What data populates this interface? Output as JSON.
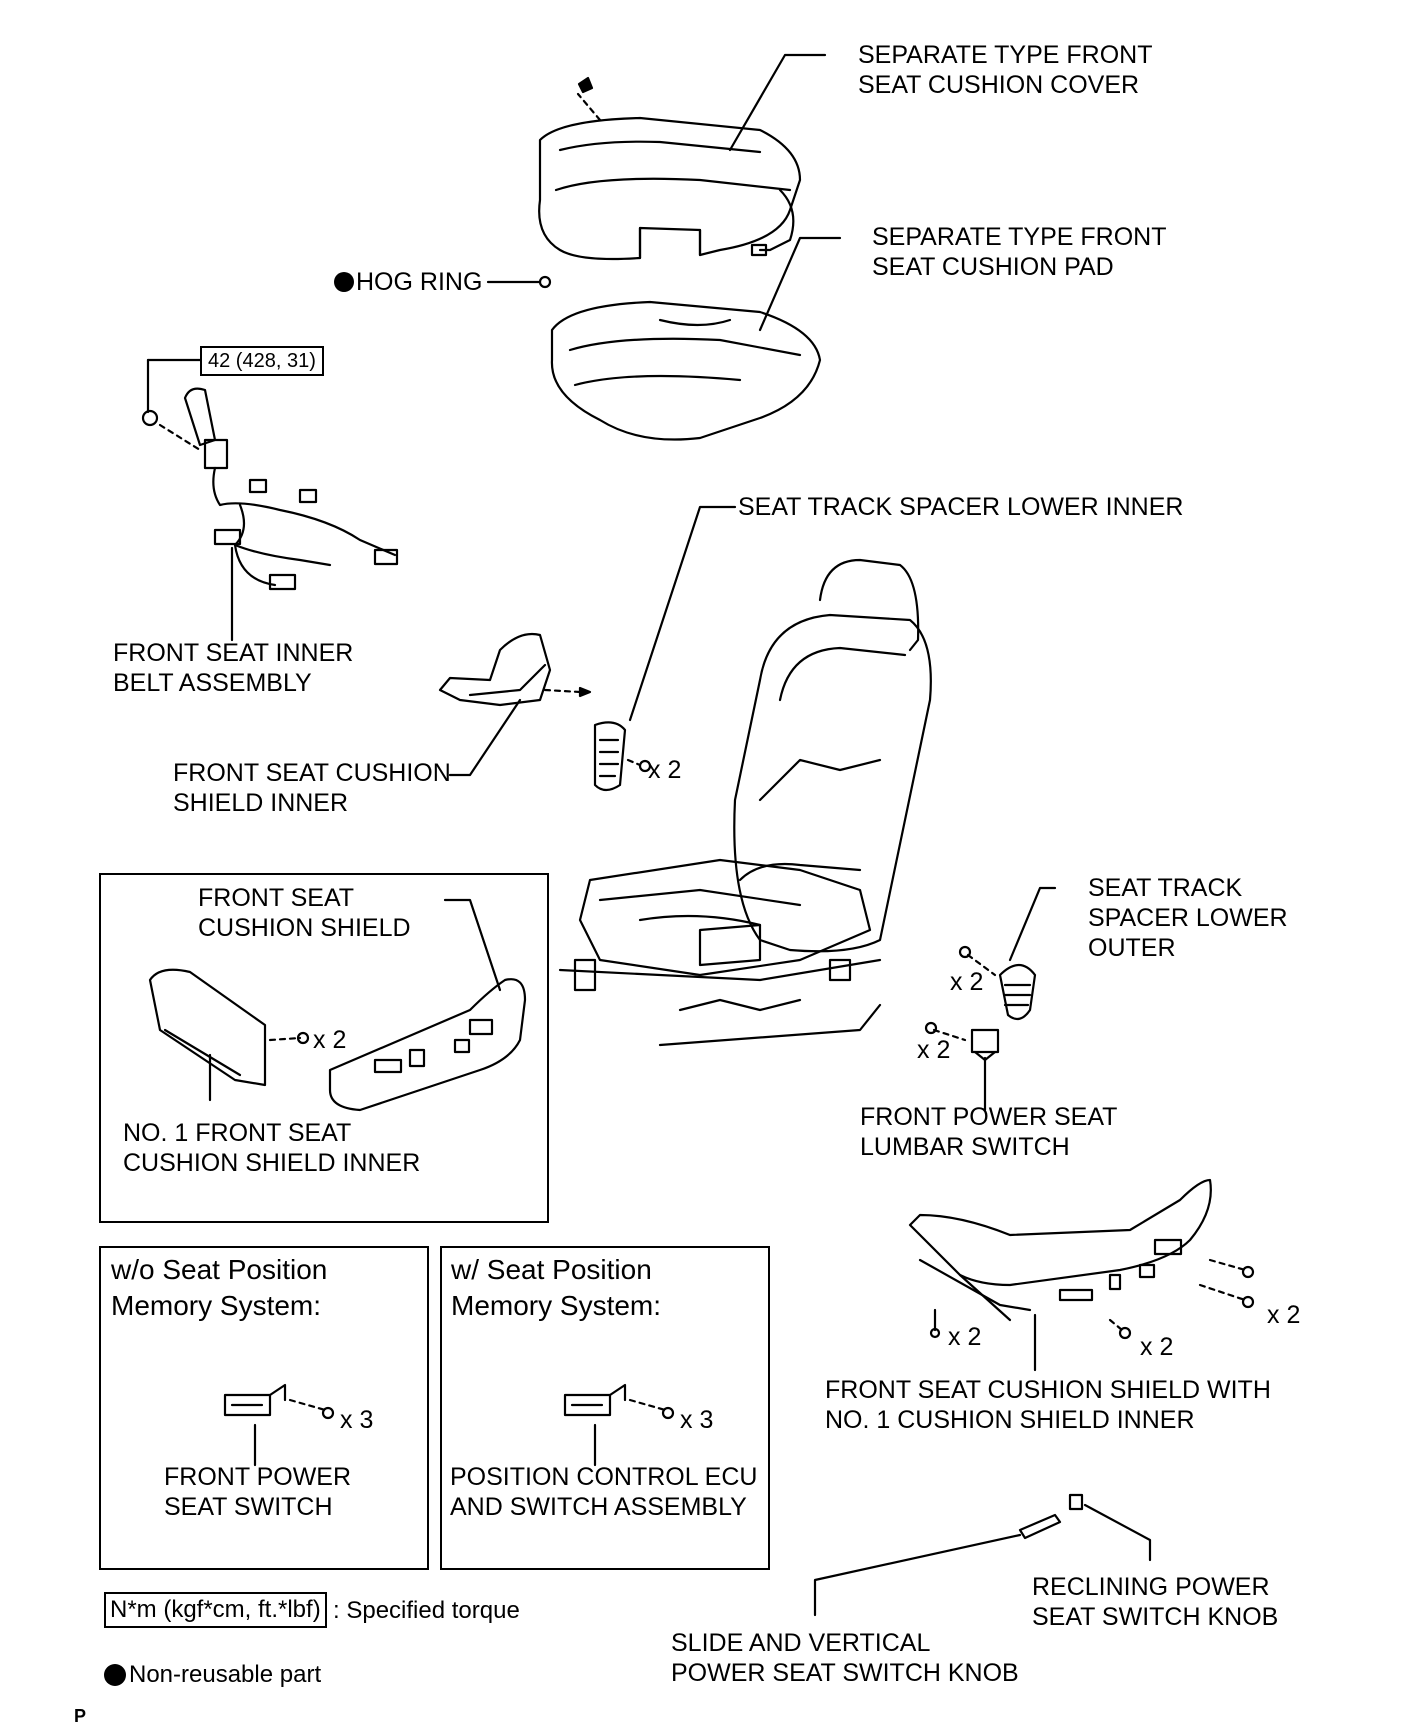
{
  "labels": {
    "cushion_cover": "SEPARATE TYPE FRONT\nSEAT CUSHION COVER",
    "cushion_pad": "SEPARATE TYPE FRONT\nSEAT CUSHION PAD",
    "hog_ring": "HOG RING",
    "torque_value": "42 (428, 31)",
    "inner_belt": "FRONT SEAT INNER\nBELT ASSEMBLY",
    "spacer_lower_inner": "SEAT TRACK SPACER LOWER INNER",
    "shield_inner": "FRONT SEAT CUSHION\nSHIELD INNER",
    "spacer_lower_outer": "SEAT TRACK\nSPACER LOWER\nOUTER",
    "cushion_shield": "FRONT SEAT\nCUSHION SHIELD",
    "no1_shield_inner": "NO. 1 FRONT SEAT\nCUSHION SHIELD INNER",
    "lumbar_switch": "FRONT POWER SEAT\nLUMBAR SWITCH",
    "shield_with_inner": "FRONT SEAT CUSHION SHIELD WITH\nNO. 1 CUSHION SHIELD INNER",
    "wo_memory": "w/o Seat Position\nMemory System:",
    "w_memory": "w/ Seat Position\nMemory System:",
    "power_seat_switch": "FRONT POWER\nSEAT SWITCH",
    "position_ecu": "POSITION CONTROL ECU\nAND SWITCH ASSEMBLY",
    "reclining_knob": "RECLINING POWER\nSEAT SWITCH KNOB",
    "slide_knob": "SLIDE AND VERTICAL\nPOWER SEAT SWITCH KNOB"
  },
  "multipliers": {
    "x2": "x 2",
    "x3": "x 3"
  },
  "legend": {
    "torque_box": "N*m (kgf*cm, ft.*lbf)",
    "torque_text": ": Specified torque",
    "nonreusable_text": "Non-reusable part"
  },
  "page_mark": "P"
}
